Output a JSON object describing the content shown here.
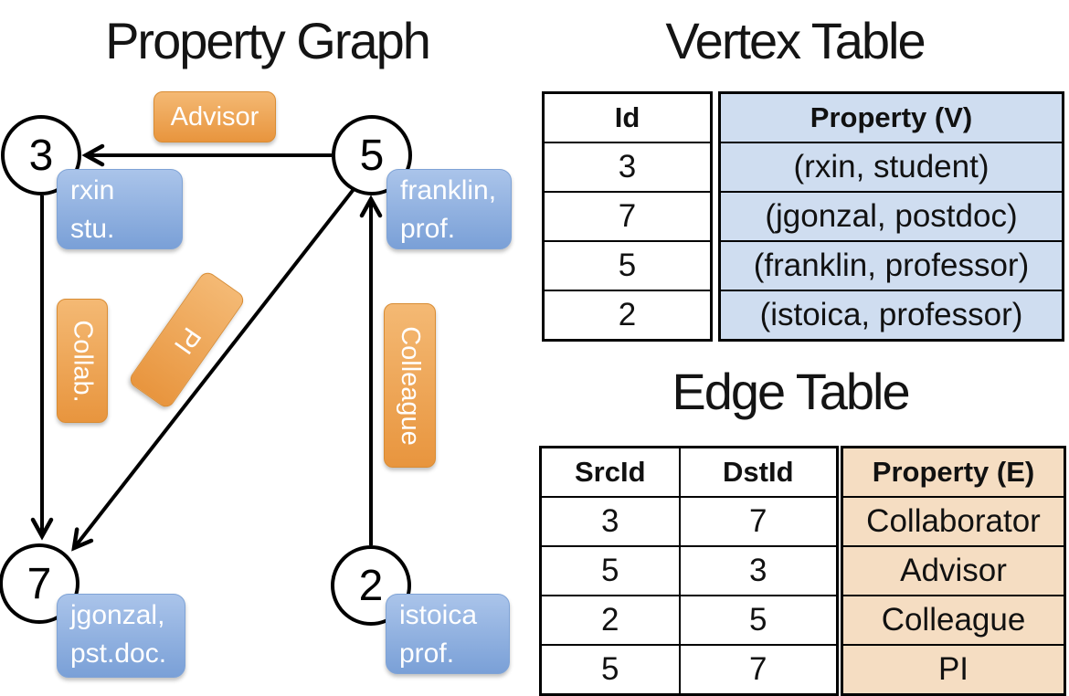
{
  "colors": {
    "edge_label_orange": "#EDA24F",
    "vertex_box_blue": "#85AADC",
    "vertex_table_fill": "#CFDDF0",
    "edge_table_fill": "#F5DDC2",
    "line_black": "#000000"
  },
  "graph": {
    "title": "Property Graph",
    "nodes": [
      {
        "id": "3"
      },
      {
        "id": "5"
      },
      {
        "id": "7"
      },
      {
        "id": "2"
      }
    ],
    "vertex_boxes": [
      {
        "line1": "rxin",
        "line2": "stu."
      },
      {
        "line1": "franklin,",
        "line2": "prof."
      },
      {
        "line1": "jgonzal,",
        "line2": "pst.doc."
      },
      {
        "line1": "istoica",
        "line2": "prof."
      }
    ],
    "edge_labels": {
      "advisor": "Advisor",
      "collab": "Collab.",
      "pi": "PI",
      "colleague": "Colleague"
    }
  },
  "vertex_table": {
    "title": "Vertex Table",
    "id_header": "Id",
    "property_header": "Property (V)",
    "rows": [
      {
        "id": "3",
        "property": "(rxin, student)"
      },
      {
        "id": "7",
        "property": "(jgonzal, postdoc)"
      },
      {
        "id": "5",
        "property": "(franklin, professor)"
      },
      {
        "id": "2",
        "property": "(istoica, professor)"
      }
    ]
  },
  "edge_table": {
    "title": "Edge Table",
    "src_header": "SrcId",
    "dst_header": "DstId",
    "property_header": "Property (E)",
    "rows": [
      {
        "src": "3",
        "dst": "7",
        "property": "Collaborator"
      },
      {
        "src": "5",
        "dst": "3",
        "property": "Advisor"
      },
      {
        "src": "2",
        "dst": "5",
        "property": "Colleague"
      },
      {
        "src": "5",
        "dst": "7",
        "property": "PI"
      }
    ]
  }
}
